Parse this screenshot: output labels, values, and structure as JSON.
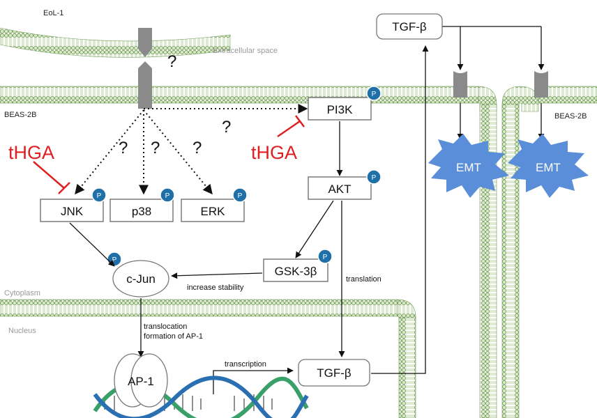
{
  "labels": {
    "eol1": "EoL-1",
    "extracellular": "Extracellular space",
    "beas_left": "BEAS-2B",
    "beas_right": "BEAS-2B",
    "cytoplasm": "Cytoplasm",
    "nucleus": "Nucleus",
    "q_receptor": "?",
    "q_pi3k": "?",
    "q_jnk": "?",
    "q_p38": "?",
    "q_erk": "?",
    "thga_left": "tHGA",
    "thga_right": "tHGA"
  },
  "nodes": {
    "jnk": "JNK",
    "p38": "p38",
    "erk": "ERK",
    "pi3k": "PI3K",
    "akt": "AKT",
    "gsk": "GSK-3β",
    "cjun": "c-Jun",
    "ap1": "AP-1",
    "tgfb_nuc": "TGF-β",
    "tgfb_top": "TGF-β",
    "emt1": "EMT",
    "emt2": "EMT"
  },
  "phospho": "P",
  "edge_labels": {
    "increase_stability": "increase stability",
    "translation": "translation",
    "translocation": "translocation",
    "formation": "formation of AP-1",
    "transcription": "transcription"
  },
  "colors": {
    "membrane": "#9fc27f",
    "membrane_dark": "#6f9a55",
    "phospho": "#1f6fa8",
    "inhibitor": "#e02020",
    "emt": "#5b8ed8",
    "receptor": "#8a8a8a",
    "dna_green": "#3aa06a",
    "dna_blue": "#2b6fb3"
  }
}
